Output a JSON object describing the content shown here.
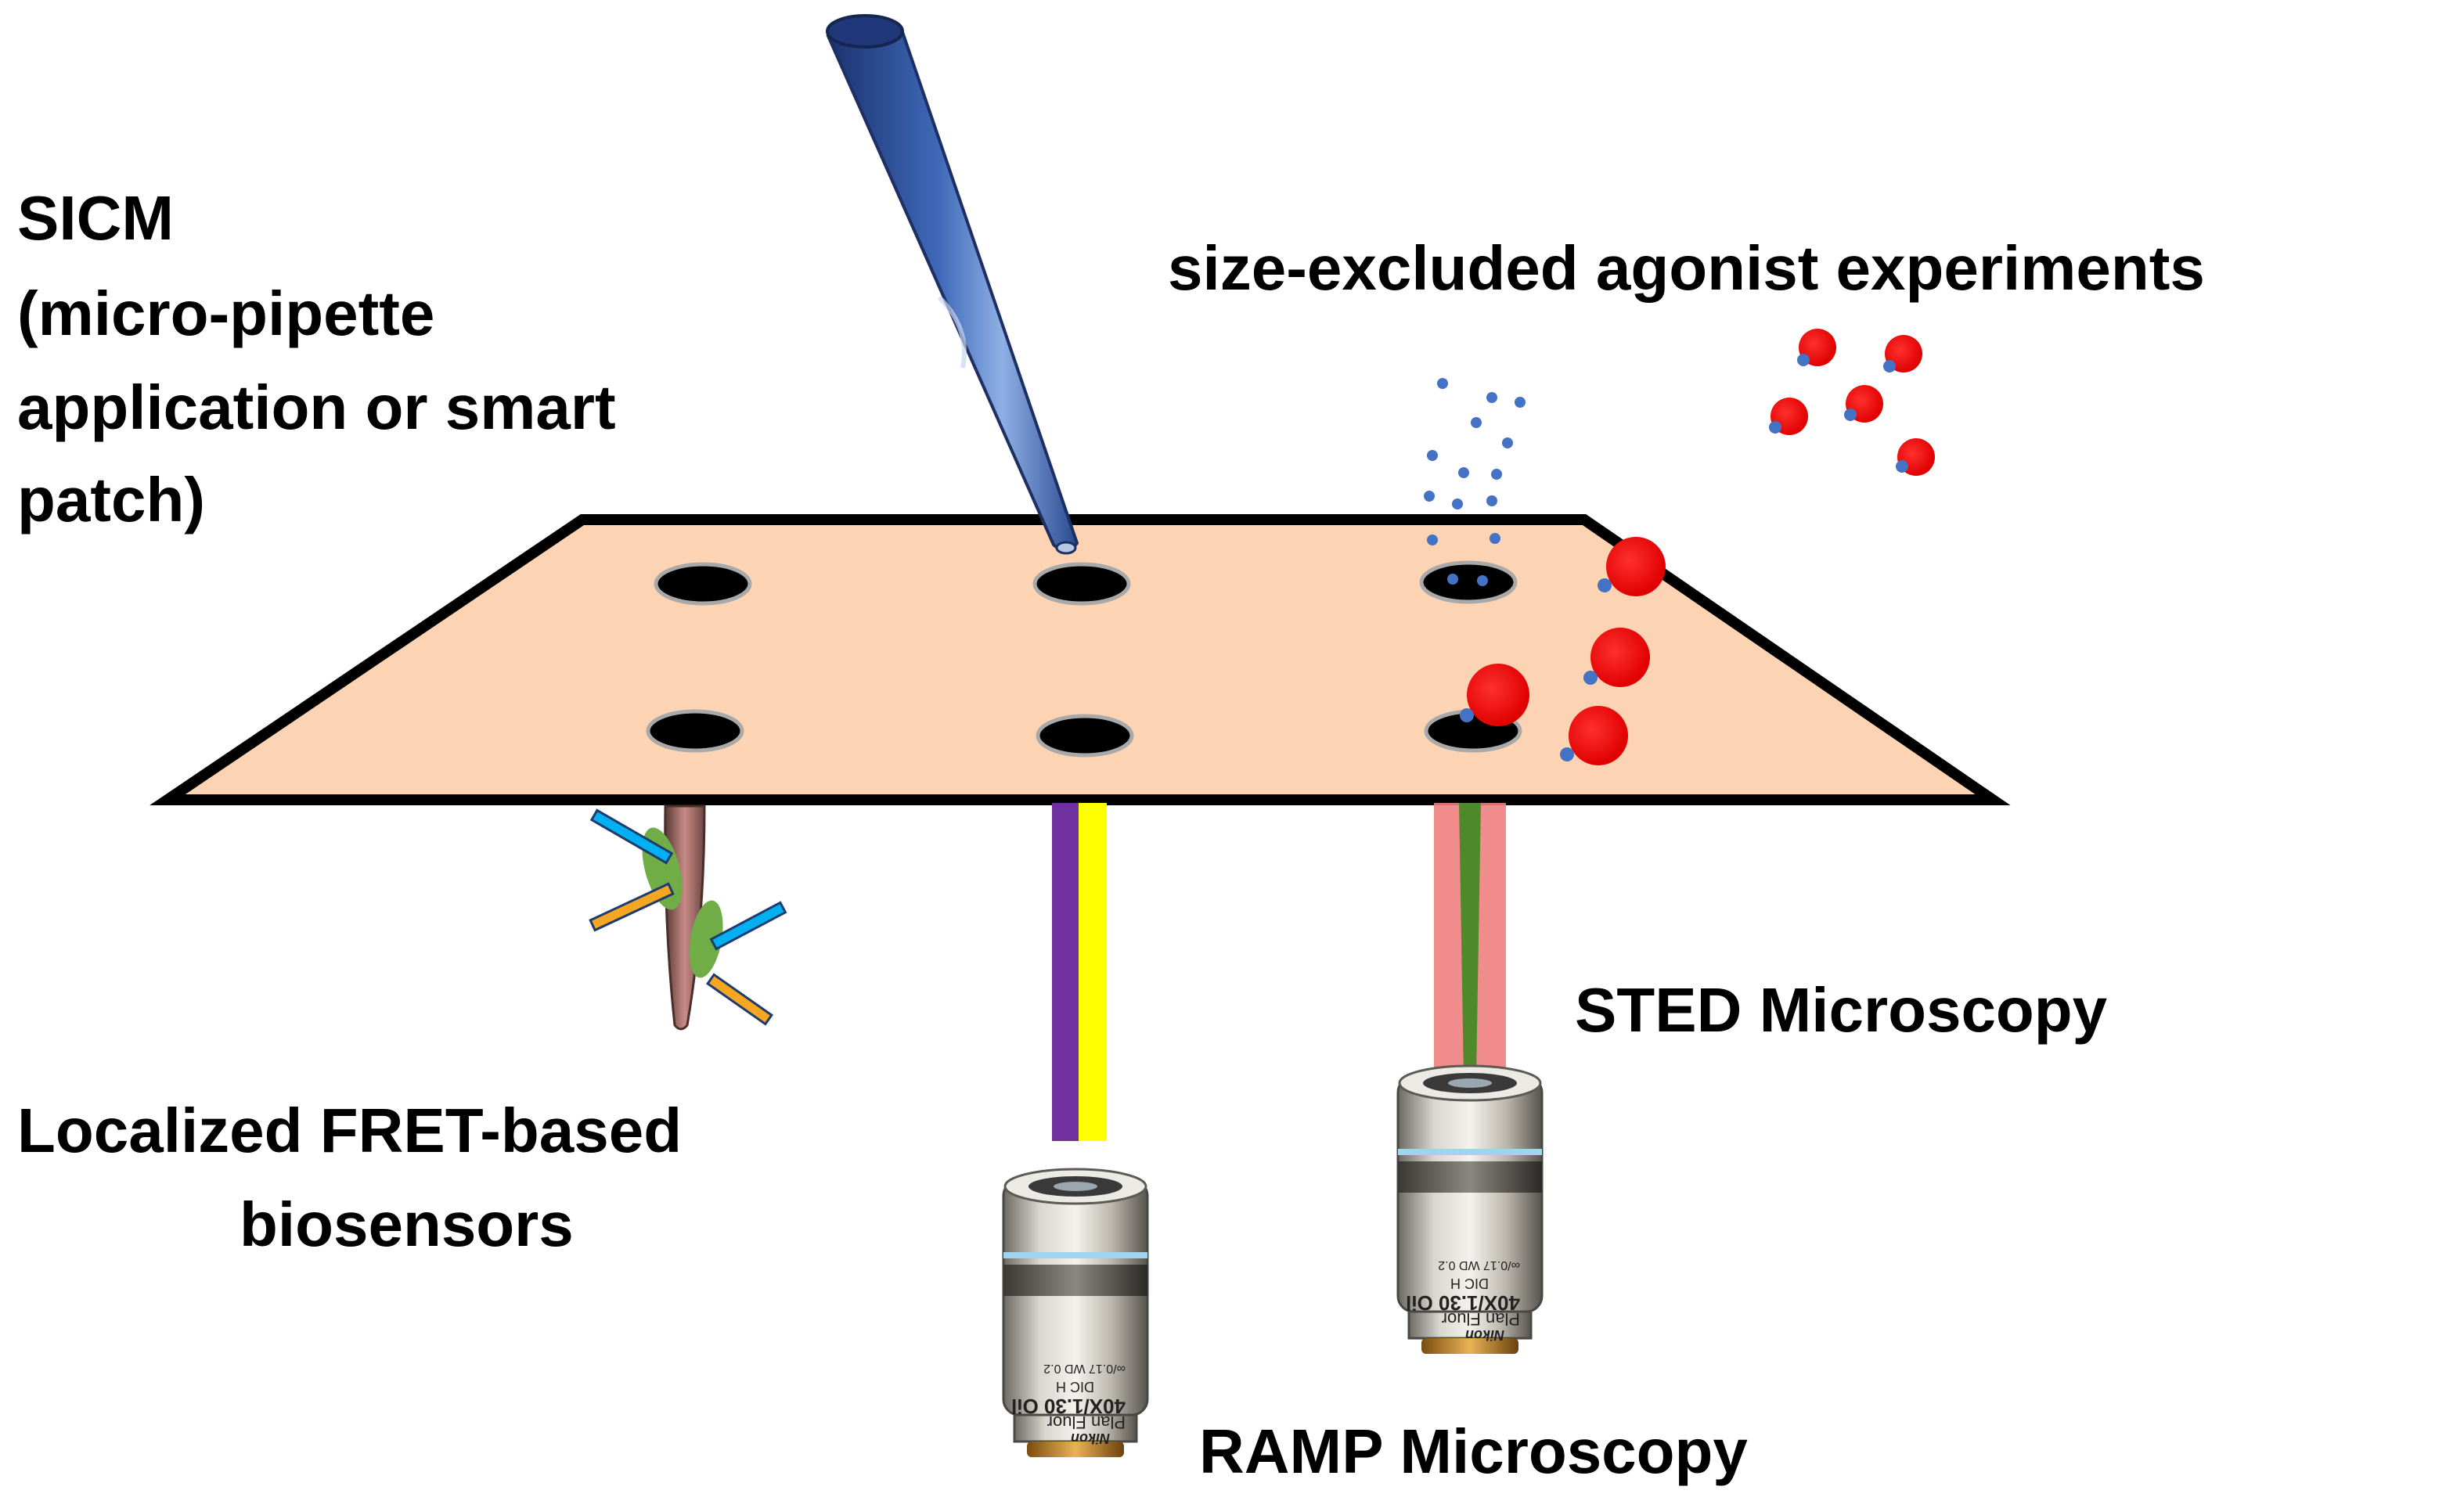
{
  "labels": {
    "sicm_line1": "SICM",
    "sicm_line2": "(micro-pipette",
    "sicm_line3": "application or  smart",
    "sicm_line4": "patch)",
    "size_excluded": "size-excluded agonist experiments",
    "sted": "STED Microscopy",
    "fret_line1": "Localized FRET-based",
    "fret_line2": "biosensors",
    "ramp": "RAMP Microscopy"
  },
  "objective": {
    "line1": "40X/1.30 Oil",
    "line2": "DIC H",
    "line3": "∞/0.17 WD 0.2",
    "line4": "Plan Fluor",
    "brand": "Nikon"
  },
  "colors": {
    "membrane_fill": "#fcd4b4",
    "membrane_edge": "#000000",
    "pipette_blue": "#2c4c8f",
    "agonist_red": "#ff0000",
    "small_agonist_blue": "#4472c4",
    "ramp_purple": "#7030a0",
    "ramp_yellow": "#ffff00",
    "sted_red": "#f08080",
    "sted_green": "#4f8a2a",
    "fret_blue": "#00b0f0",
    "fret_orange": "#f5a623",
    "fret_green": "#70ad47"
  },
  "icons": [
    "pipette-icon",
    "objective-lens-icon",
    "fret-sensor-icon",
    "agonist-molecule-icon"
  ]
}
